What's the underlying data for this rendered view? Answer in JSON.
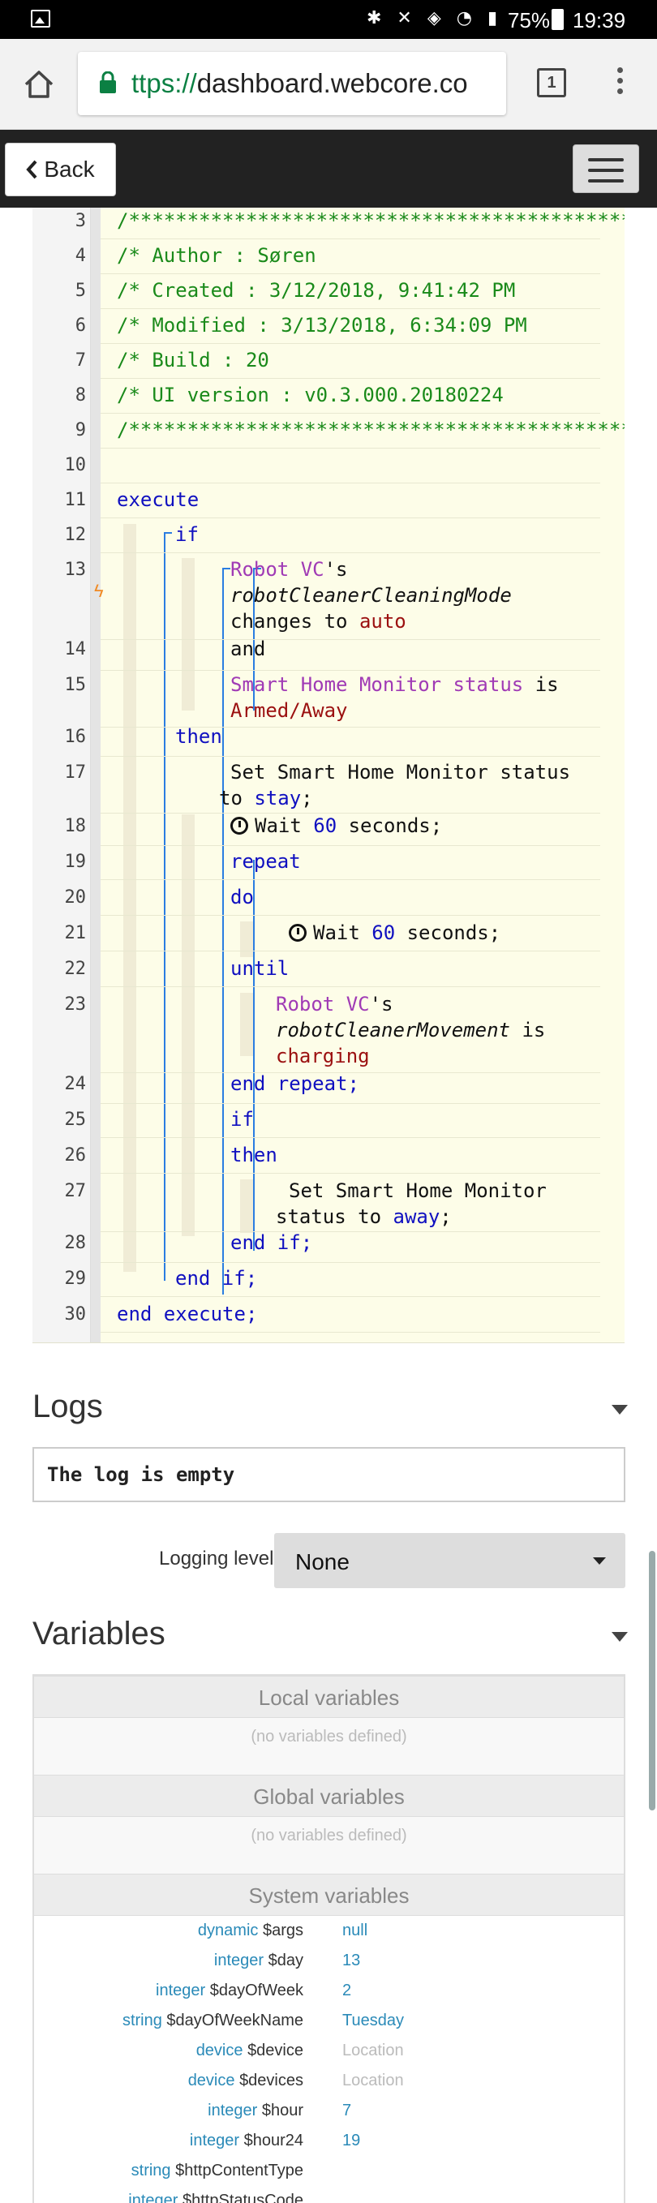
{
  "statusbar": {
    "battery": "75%",
    "time": "19:39",
    "icons": "✱ ✕ ◈ ◔ ▮"
  },
  "browser": {
    "url_scheme": "ttps://",
    "url_rest": "dashboard.webcore.co",
    "tabs_count": "1"
  },
  "nav": {
    "back_label": "Back"
  },
  "code": {
    "line_numbers": [
      "3",
      "4",
      "5",
      "6",
      "7",
      "8",
      "9",
      "10",
      "11",
      "12",
      "13",
      "14",
      "15",
      "16",
      "17",
      "18",
      "19",
      "20",
      "21",
      "22",
      "23",
      "24",
      "25",
      "26",
      "27",
      "28",
      "29",
      "30"
    ],
    "header_stars": "/**********************************************",
    "author": "/* Author     : Søren",
    "created": "/* Created    : 3/12/2018, 9:41:42 PM",
    "modified": "/* Modified   : 3/13/2018, 6:34:09 PM",
    "build": "/* Build      : 20",
    "ui_version": "/* UI version : v0.3.000.20180224",
    "execute": "execute",
    "if": "if",
    "robot_vc": "Robot VC",
    "apos_s": "'s",
    "cleaning_mode": "robotCleanerCleaningMode",
    "changes_to": "changes to",
    "auto": "auto",
    "and": "and",
    "shm_status": "Smart Home Monitor status",
    "is": "is",
    "armed_away": "Armed/Away",
    "then": "then",
    "set_shm_1": "Set Smart Home Monitor status",
    "to": "to",
    "stay": "stay",
    "semi": ";",
    "wait_label": "Wait",
    "wait_num": "60",
    "seconds": "seconds;",
    "repeat": "repeat",
    "do": "do",
    "until": "until",
    "movement": "robotCleanerMovement",
    "charging": "charging",
    "end_repeat": "end repeat;",
    "set_shm_2": "Set Smart Home Monitor",
    "status_to": "status to",
    "away": "away",
    "end_if": "end if;",
    "end_execute": "end execute;"
  },
  "logs": {
    "title": "Logs",
    "empty_text": "The log is empty",
    "level_label": "Logging level",
    "level_value": "None"
  },
  "variables": {
    "title": "Variables",
    "local_header": "Local variables",
    "global_header": "Global variables",
    "system_header": "System variables",
    "none_defined": "(no variables defined)",
    "system": [
      {
        "type": "dynamic",
        "name": "$args",
        "value": "null"
      },
      {
        "type": "integer",
        "name": "$day",
        "value": "13"
      },
      {
        "type": "integer",
        "name": "$dayOfWeek",
        "value": "2"
      },
      {
        "type": "string",
        "name": "$dayOfWeekName",
        "value": "Tuesday"
      },
      {
        "type": "device",
        "name": "$device",
        "value": "Location"
      },
      {
        "type": "device",
        "name": "$devices",
        "value": "Location"
      },
      {
        "type": "integer",
        "name": "$hour",
        "value": "7"
      },
      {
        "type": "integer",
        "name": "$hour24",
        "value": "19"
      },
      {
        "type": "string",
        "name": "$httpContentType",
        "value": ""
      },
      {
        "type": "integer",
        "name": "$httpStatusCode",
        "value": ""
      }
    ]
  }
}
